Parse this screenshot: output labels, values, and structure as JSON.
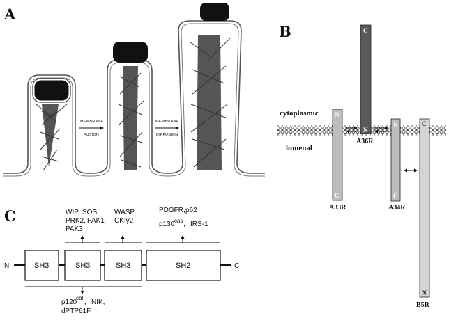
{
  "panel_a": {
    "letter": "A",
    "arrow1": {
      "line1": "MEMBRANE",
      "line2": "FUSION"
    },
    "arrow2": {
      "line1": "MEMBRANE",
      "line2": "DIFFUSION"
    }
  },
  "panel_b": {
    "letter": "B",
    "cytoplasmic": "cytoplasmic",
    "lumenal": "lumenal",
    "proteins": {
      "a33r": {
        "name": "A33R",
        "top": "N",
        "bottom": "C"
      },
      "a36r": {
        "name": "A36R",
        "top": "C",
        "bottom": "N"
      },
      "a34r": {
        "name": "A34R",
        "top": "N",
        "bottom": "C"
      },
      "b5r": {
        "name": "B5R",
        "top": "C",
        "bottom": "N"
      }
    }
  },
  "panel_c": {
    "letter": "C",
    "n_term": "N",
    "c_term": "C",
    "domains": [
      "SH3",
      "SH3",
      "SH3",
      "SH2"
    ],
    "binders_sh3_2": [
      "WIP,",
      "SOS,",
      "PRK2,",
      "PAK1",
      "PAK3"
    ],
    "binders_sh3_3": [
      "WASP",
      "CKIγ2"
    ],
    "binders_sh2": {
      "l1a": "PDGFR,",
      "l1b": "p62",
      "l2a": "p130",
      "l2sup": "cas",
      "l2b": ",",
      "l2c": "IRS-1"
    },
    "binders_below": {
      "l1a": "p120",
      "l1sup": "cbl",
      "l1b": ",",
      "l1c": "NIK,",
      "l2": "dPTP61F"
    }
  }
}
